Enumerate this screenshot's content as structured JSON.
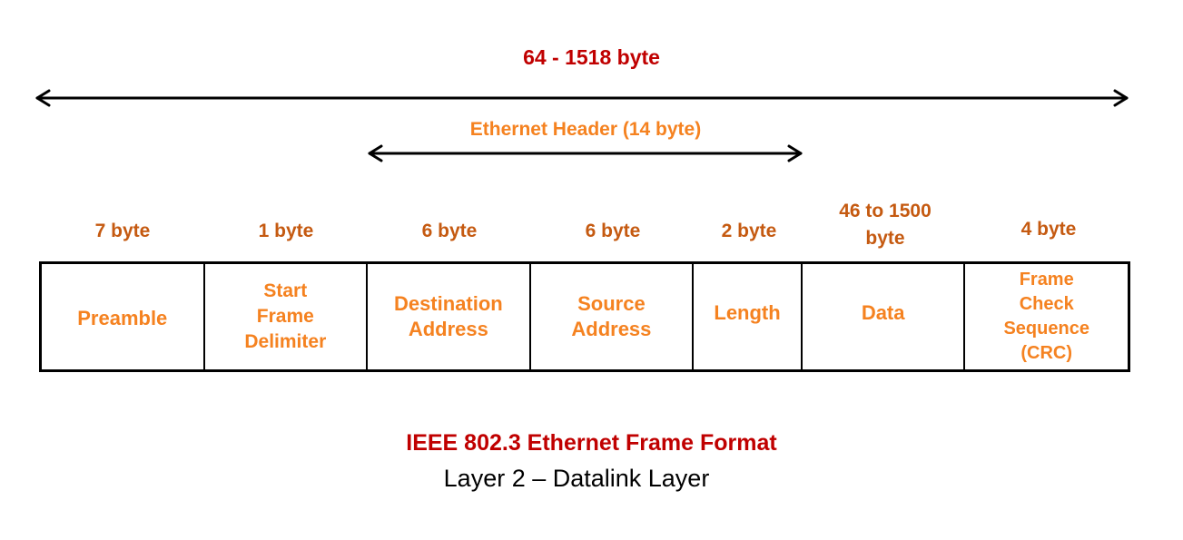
{
  "colors": {
    "accent_red": "#c00000",
    "accent_orange": "#f58220",
    "size_brown": "#c55a11",
    "line_black": "#000000"
  },
  "total_size": "64 - 1518 byte",
  "header_span": "Ethernet Header (14 byte)",
  "fields": [
    {
      "size": "7 byte",
      "name": "Preamble"
    },
    {
      "size": "1 byte",
      "name": "Start Frame Delimiter"
    },
    {
      "size": "6 byte",
      "name": "Destination Address"
    },
    {
      "size": "6 byte",
      "name": "Source Address"
    },
    {
      "size": "2 byte",
      "name": "Length"
    },
    {
      "size": "46 to 1500 byte",
      "name": "Data"
    },
    {
      "size": "4 byte",
      "name": "Frame Check Sequence (CRC)"
    }
  ],
  "caption": {
    "title": "IEEE 802.3 Ethernet Frame Format",
    "subtitle": "Layer 2 – Datalink Layer"
  }
}
